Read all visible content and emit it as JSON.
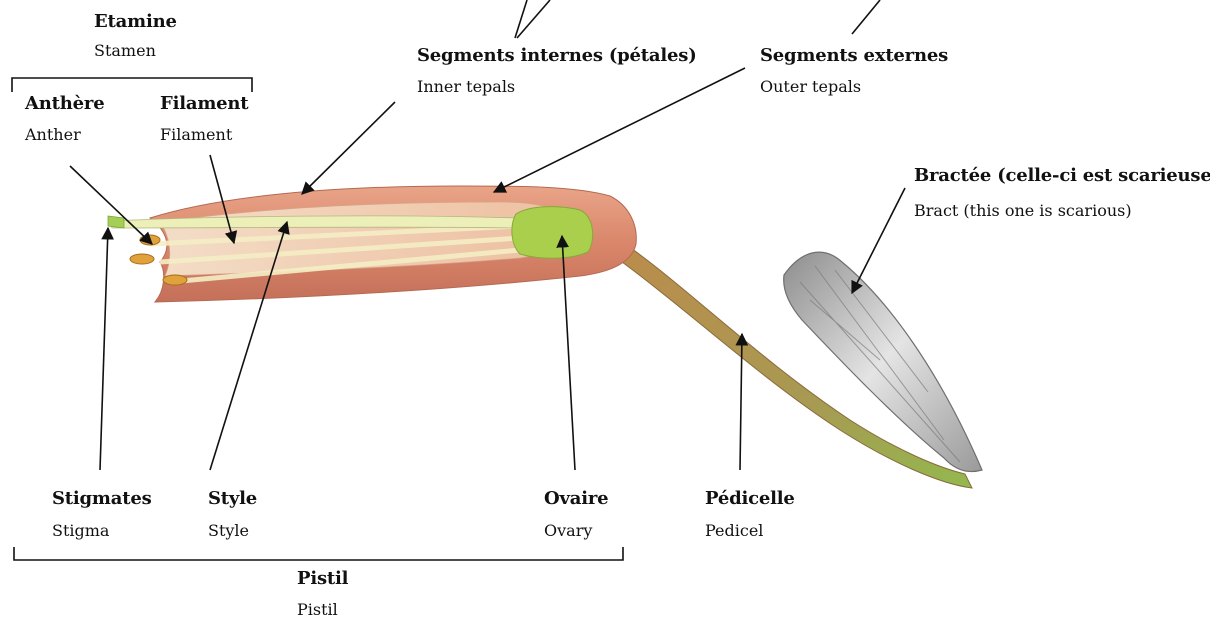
{
  "labels": {
    "etamine": {
      "fr": "Etamine",
      "en": "Stamen"
    },
    "anthere": {
      "fr": "Anthère",
      "en": "Anther"
    },
    "filament": {
      "fr": "Filament",
      "en": "Filament"
    },
    "internes": {
      "fr": "Segments internes (pétales)",
      "en": "Inner tepals"
    },
    "externes": {
      "fr": "Segments externes",
      "en": "Outer tepals"
    },
    "bractee": {
      "fr": "Bractée (celle-ci est scarieuse)",
      "en": "Bract (this one is scarious)"
    },
    "stigmates": {
      "fr": "Stigmates",
      "en": "Stigma"
    },
    "style": {
      "fr": "Style",
      "en": "Style"
    },
    "ovaire": {
      "fr": "Ovaire",
      "en": "Ovary"
    },
    "pedicelle": {
      "fr": "Pédicelle",
      "en": "Pedicel"
    },
    "pistil": {
      "fr": "Pistil",
      "en": "Pistil"
    }
  },
  "colors": {
    "tepal_outer": "#dc8a6c",
    "tepal_inner": "#f1c6a8",
    "ovary": "#a9cf4c",
    "style": "#f3efc3",
    "pedicel": "#b88a4e",
    "bract": "#cfcfcf",
    "anther": "#e0a23a",
    "ink": "#111111"
  }
}
